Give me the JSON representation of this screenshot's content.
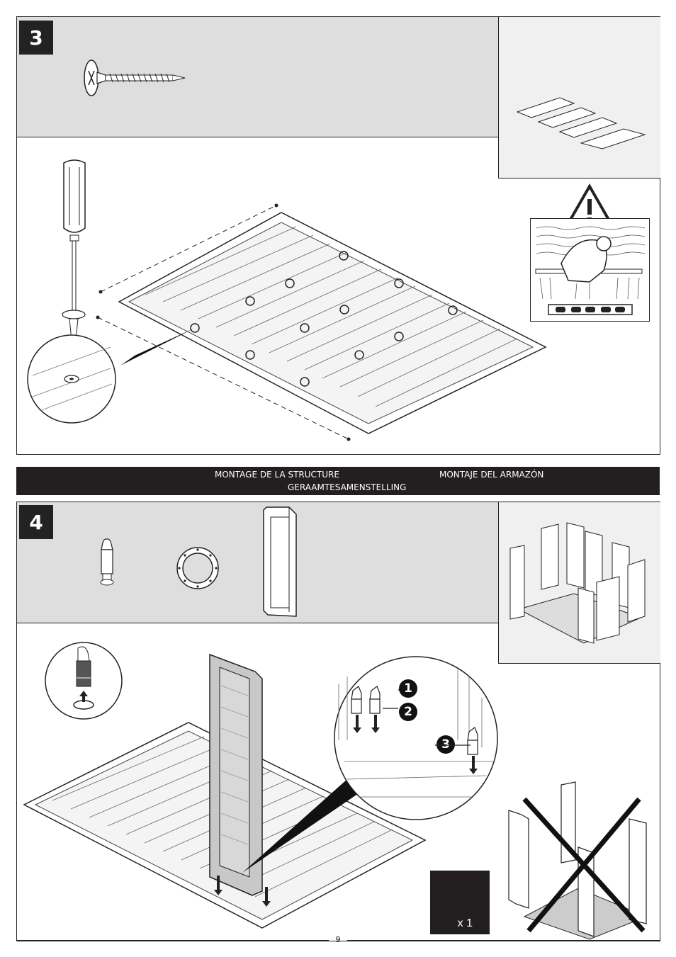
{
  "steps": [
    {
      "number": "3"
    },
    {
      "number": "4"
    }
  ],
  "banner": {
    "french": "MONTAGE DE LA STRUCTURE",
    "spanish": "MONTAJE DEL ARMAZÓN",
    "dutch": "GERAAMTESAMENSTELLING"
  },
  "callouts": [
    "1",
    "2",
    "3"
  ],
  "quantity": "x 1",
  "page_number": "9",
  "icons": [
    "screw-icon",
    "screwdriver-icon",
    "warning-triangle-icon",
    "spirit-level-icon",
    "pin-connector-icon",
    "washer-ring-icon",
    "wall-panel-icon",
    "wrong-assembly-cross-icon"
  ]
}
